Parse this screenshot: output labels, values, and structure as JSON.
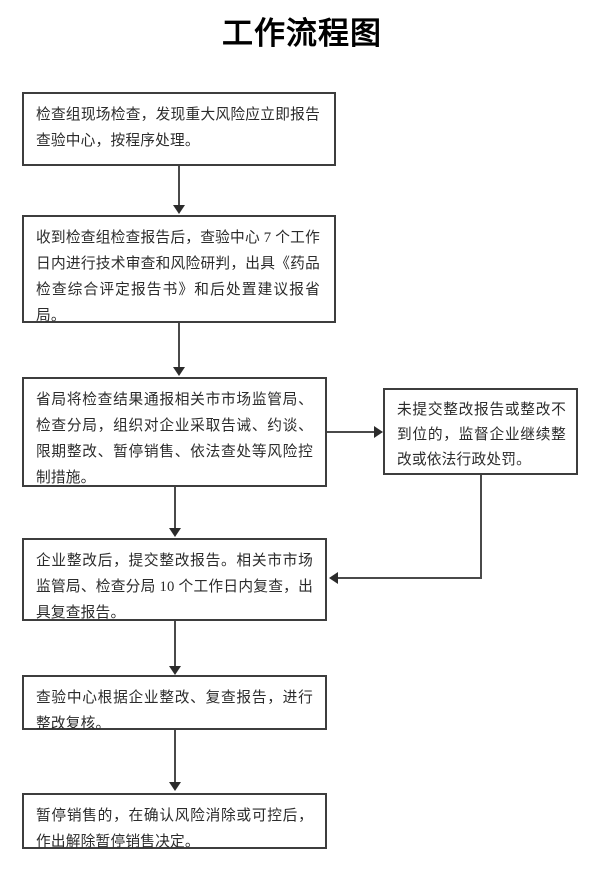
{
  "title": "工作流程图",
  "nodes": {
    "inspection": "检查组现场检查，发现重大风险应立即报告查验中心，按程序处理。",
    "technical_review": "收到检查组检查报告后，查验中心 7 个工作日内进行技术审查和风险研判，出具《药品检查综合评定报告书》和后处置建议报省局。",
    "provincial": "省局将检查结果通报相关市市场监管局、检查分局，组织对企业采取告诫、约谈、限期整改、暂停销售、依法查处等风险控制措施。",
    "rectification": "企业整改后，提交整改报告。相关市市场监管局、检查分局 10 个工作日内复查，出具复查报告。",
    "review_audit": "查验中心根据企业整改、复查报告，进行整改复核。",
    "resume_sales": "暂停销售的，在确认风险消除或可控后，作出解除暂停销售决定。",
    "penalty": "未提交整改报告或整改不到位的，监督企业继续整改或依法行政处罚。"
  },
  "edges": [
    {
      "name": "inspection-to-technical-review",
      "from": "inspection",
      "to": "technical_review",
      "direction": "down"
    },
    {
      "name": "technical-review-to-provincial",
      "from": "technical_review",
      "to": "provincial",
      "direction": "down"
    },
    {
      "name": "provincial-to-penalty",
      "from": "provincial",
      "to": "penalty",
      "direction": "right"
    },
    {
      "name": "provincial-to-rectification",
      "from": "provincial",
      "to": "rectification",
      "direction": "down"
    },
    {
      "name": "penalty-to-rectification",
      "from": "penalty",
      "to": "rectification",
      "direction": "left"
    },
    {
      "name": "rectification-to-review-audit",
      "from": "rectification",
      "to": "review_audit",
      "direction": "down"
    },
    {
      "name": "review-audit-to-resume-sales",
      "from": "review_audit",
      "to": "resume_sales",
      "direction": "down"
    }
  ],
  "colors": {
    "box_border": "#3d3d3d",
    "connector": "#4a4a4a",
    "arrow": "#2b2b2b",
    "text": "#2b2b2b",
    "title": "#000000",
    "background": "#ffffff"
  }
}
